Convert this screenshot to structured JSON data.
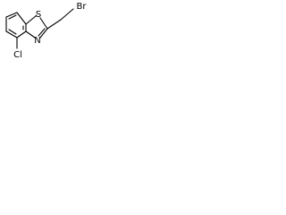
{
  "molecule": {
    "atoms": {
      "sulfur": "S",
      "nitrogen": "N",
      "chlorine": "Cl",
      "bromine": "Br"
    }
  }
}
